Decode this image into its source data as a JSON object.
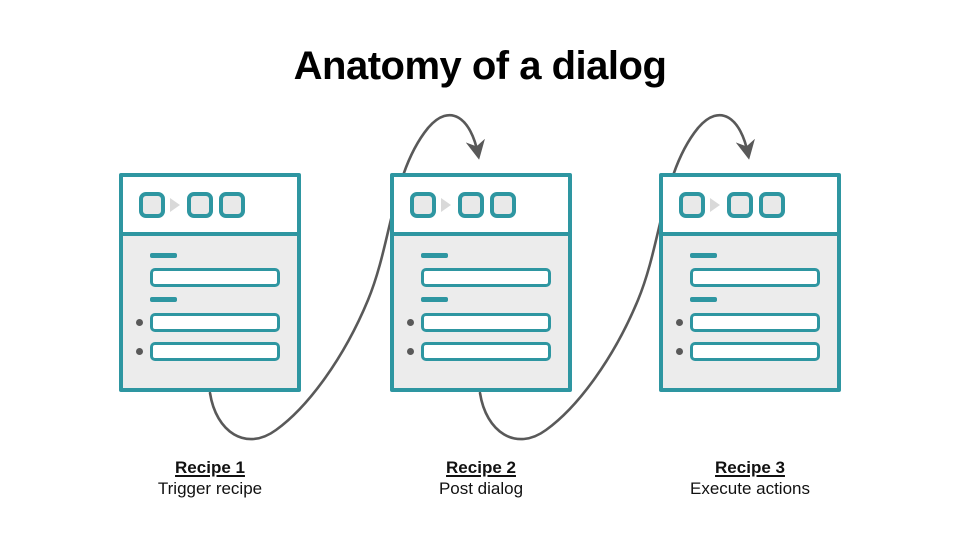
{
  "title": "Anatomy of a dialog",
  "recipes": [
    {
      "label": "Recipe 1",
      "caption": "Trigger recipe"
    },
    {
      "label": "Recipe 2",
      "caption": "Post dialog"
    },
    {
      "label": "Recipe 3",
      "caption": "Execute actions"
    }
  ],
  "icons": {
    "header_step": "step-icon",
    "header_chevron": "chevron-right-icon",
    "list_bullet": "bullet-dot",
    "flow_arrow": "curved-arrow-icon"
  },
  "colors": {
    "accent_teal": "#2E96A1",
    "card_body_gray": "#ECECEC",
    "square_fill": "#E9E9E9",
    "chevron_gray": "#D9D9D9",
    "arrow_gray": "#595959",
    "bullet_gray": "#595959",
    "title_color": "#000000",
    "label_color": "#111111"
  }
}
